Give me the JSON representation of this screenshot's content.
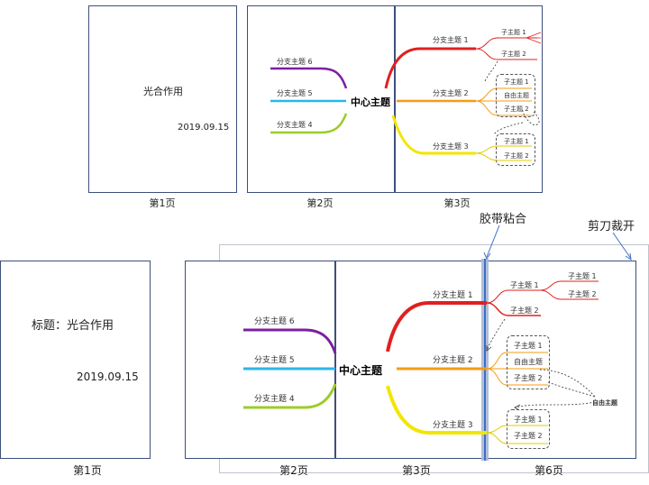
{
  "top": {
    "title_page": {
      "title": "光合作用",
      "date": "2019.09.15"
    },
    "captions": {
      "page1": "第1页",
      "page2": "第2页",
      "page3": "第3页"
    }
  },
  "bottom": {
    "title_page": {
      "title": "标题：光合作用",
      "date": "2019.09.15"
    },
    "captions": {
      "page1": "第1页",
      "page2": "第2页",
      "page3": "第3页",
      "page6": "第6页"
    },
    "annotations": {
      "glue": "胶带粘合",
      "cut": "剪刀裁开"
    }
  },
  "mindmap": {
    "center": "中心主题",
    "left_branches": [
      "分支主题 6",
      "分支主题 5",
      "分支主题 4"
    ],
    "right_branches": [
      "分支主题 1",
      "分支主题 2",
      "分支主题 3"
    ],
    "sub_topic_1": "子主题 1",
    "sub_topic_2": "子主题 2",
    "free_topic": "自由主题",
    "free_topic_bold": "自由主题"
  },
  "colors": {
    "frame": "#3d4f7c",
    "purple": "#7b1fa2",
    "cyan": "#29b6e8",
    "lime": "#9ccc2a",
    "red": "#e02020",
    "orange": "#f39c12",
    "yellow": "#f2e600",
    "glue_strip": "#a9b8d6"
  }
}
